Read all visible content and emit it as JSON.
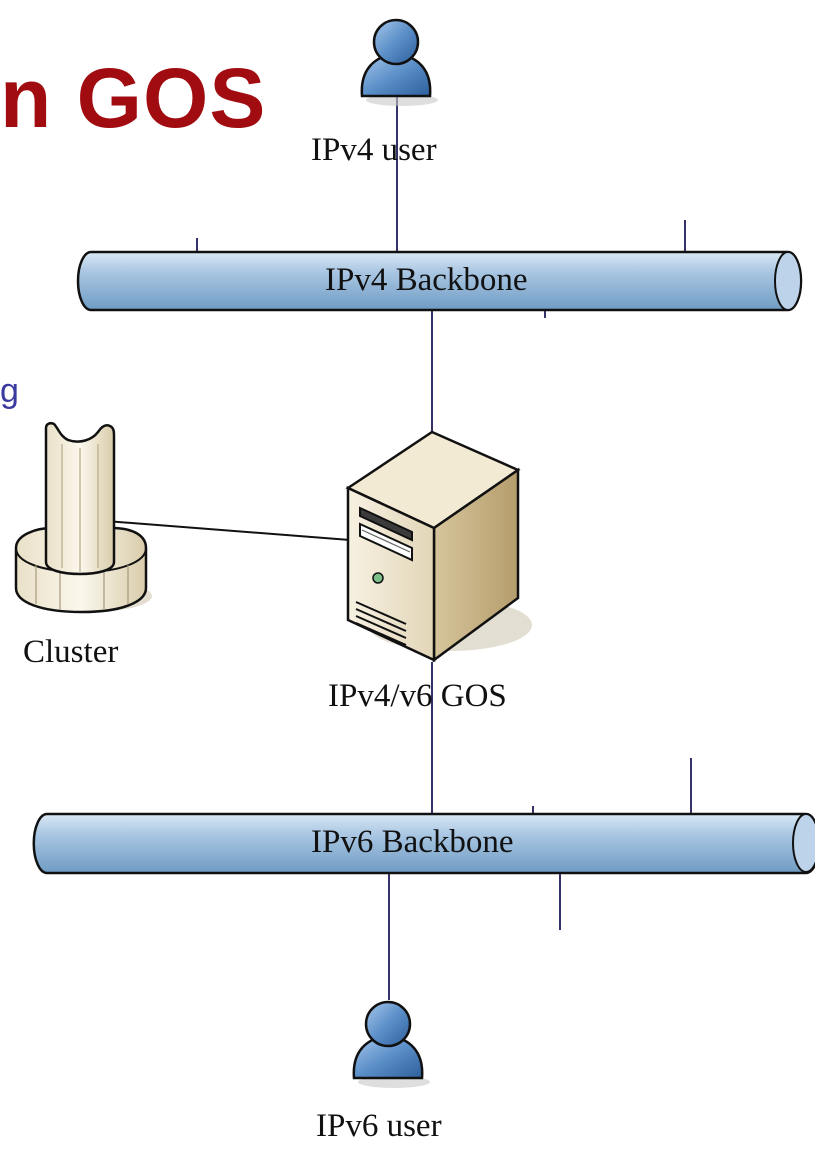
{
  "slide": {
    "title_fragment": "n GOS",
    "subtitle_fragment": "g"
  },
  "diagram": {
    "nodes": {
      "ipv4_user": "IPv4 user",
      "ipv4_backbone": "IPv4 Backbone",
      "cluster": "Cluster",
      "gos_server": "IPv4/v6 GOS",
      "ipv6_backbone": "IPv6 Backbone",
      "ipv6_user": "IPv6 user"
    },
    "colors": {
      "title": "#a00c10",
      "pipe": "#7fa6c8",
      "line": "#33336a",
      "user": "#5b8fc8"
    }
  }
}
